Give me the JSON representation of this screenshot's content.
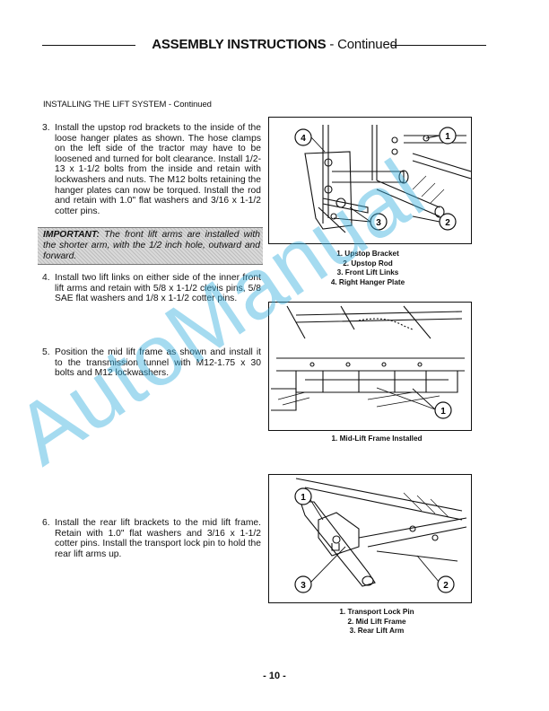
{
  "header": {
    "title_bold": "ASSEMBLY INSTRUCTIONS",
    "title_rest": " - Continued"
  },
  "section": "INSTALLING THE LIFT SYSTEM - Continued",
  "steps": [
    {
      "num": "3.",
      "text": "Install the upstop rod brackets to the inside of the loose hanger plates as shown. The hose clamps on the left side of the tractor may have to be loosened and turned for bolt clearance. Install 1/2-13 x 1-1/2 bolts from the inside and retain with lockwashers and nuts. The M12 bolts retaining the hanger plates can now be torqued. Install the rod and retain with 1.0\" flat washers and 3/16 x 1-1/2 cotter pins."
    },
    {
      "num": "4.",
      "text": "Install two lift links on either side of the inner front lift arms and retain with 5/8 x 1-1/2 clevis pins, 5/8 SAE flat washers and 1/8 x 1-1/2 cotter pins."
    },
    {
      "num": "5.",
      "text": "Position the mid lift frame as shown and install it to the transmission tunnel with M12-1.75 x 30 bolts and M12 lockwashers."
    },
    {
      "num": "6.",
      "text": "Install the rear lift brackets to the mid lift frame. Retain with 1.0\" flat washers and 3/16 x 1-1/2 cotter pins. Install the transport lock pin to hold the rear lift arms up."
    }
  ],
  "important": {
    "label": "IMPORTANT:",
    "text": " The front lift arms are installed with the shorter arm, with the 1/2 inch hole, outward and forward."
  },
  "figure1": {
    "callouts": [
      "4",
      "1",
      "3",
      "2"
    ],
    "caption": [
      "1. Upstop Bracket",
      "2. Upstop Rod",
      "3. Front Lift Links",
      "4. Right Hanger Plate"
    ]
  },
  "figure2": {
    "callouts": [
      "1"
    ],
    "caption": [
      "1. Mid-Lift Frame Installed"
    ]
  },
  "figure3": {
    "callouts": [
      "1",
      "3",
      "2"
    ],
    "caption": [
      "1. Transport Lock Pin",
      "2. Mid Lift Frame",
      "3. Rear Lift Arm"
    ]
  },
  "page_number": "- 10 -",
  "watermark": "AutoManual",
  "colors": {
    "watermark": "#3ab0e0",
    "ink": "#111111"
  }
}
